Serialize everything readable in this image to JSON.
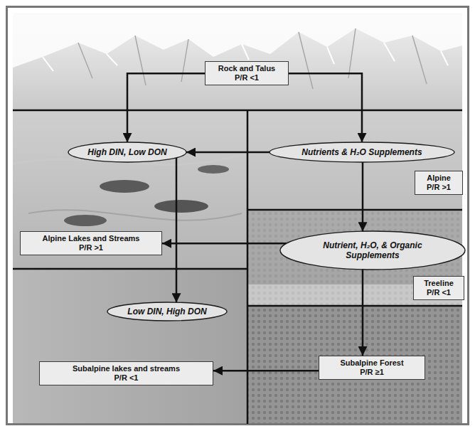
{
  "diagram": {
    "nodes": [
      {
        "text": [
          "Rock and Talus",
          "P/R <1"
        ]
      },
      {
        "text": [
          "High DIN, Low DON"
        ]
      },
      {
        "text": [
          "Nutrients & H₂O Supplements"
        ]
      },
      {
        "text": [
          "Alpine",
          "P/R >1"
        ]
      },
      {
        "text": [
          "Alpine Lakes and Streams",
          "P/R >1"
        ]
      },
      {
        "text": [
          "Nutrient, H₂O, & Organic Supplements"
        ]
      },
      {
        "text": [
          "Treeline",
          "P/R <1"
        ]
      },
      {
        "text": [
          "Low DIN, High DON"
        ]
      },
      {
        "text": [
          "Subalpine lakes and streams",
          "P/R <1"
        ]
      },
      {
        "text": [
          "Subalpine Forest",
          "P/R ≥1"
        ]
      }
    ],
    "edges": [
      {
        "from": 0,
        "to": 1,
        "arrow": "to"
      },
      {
        "from": 0,
        "to": 2,
        "arrow": "to"
      },
      {
        "from": 2,
        "to": 1,
        "arrow": "to"
      },
      {
        "from": 2,
        "to": 5,
        "arrow": "to"
      },
      {
        "from": 1,
        "to": 7,
        "arrow": "to"
      },
      {
        "from": 5,
        "to": 4,
        "arrow": "to"
      },
      {
        "from": 5,
        "to": 9,
        "arrow": "to"
      },
      {
        "from": 9,
        "to": 8,
        "arrow": "to"
      }
    ]
  }
}
